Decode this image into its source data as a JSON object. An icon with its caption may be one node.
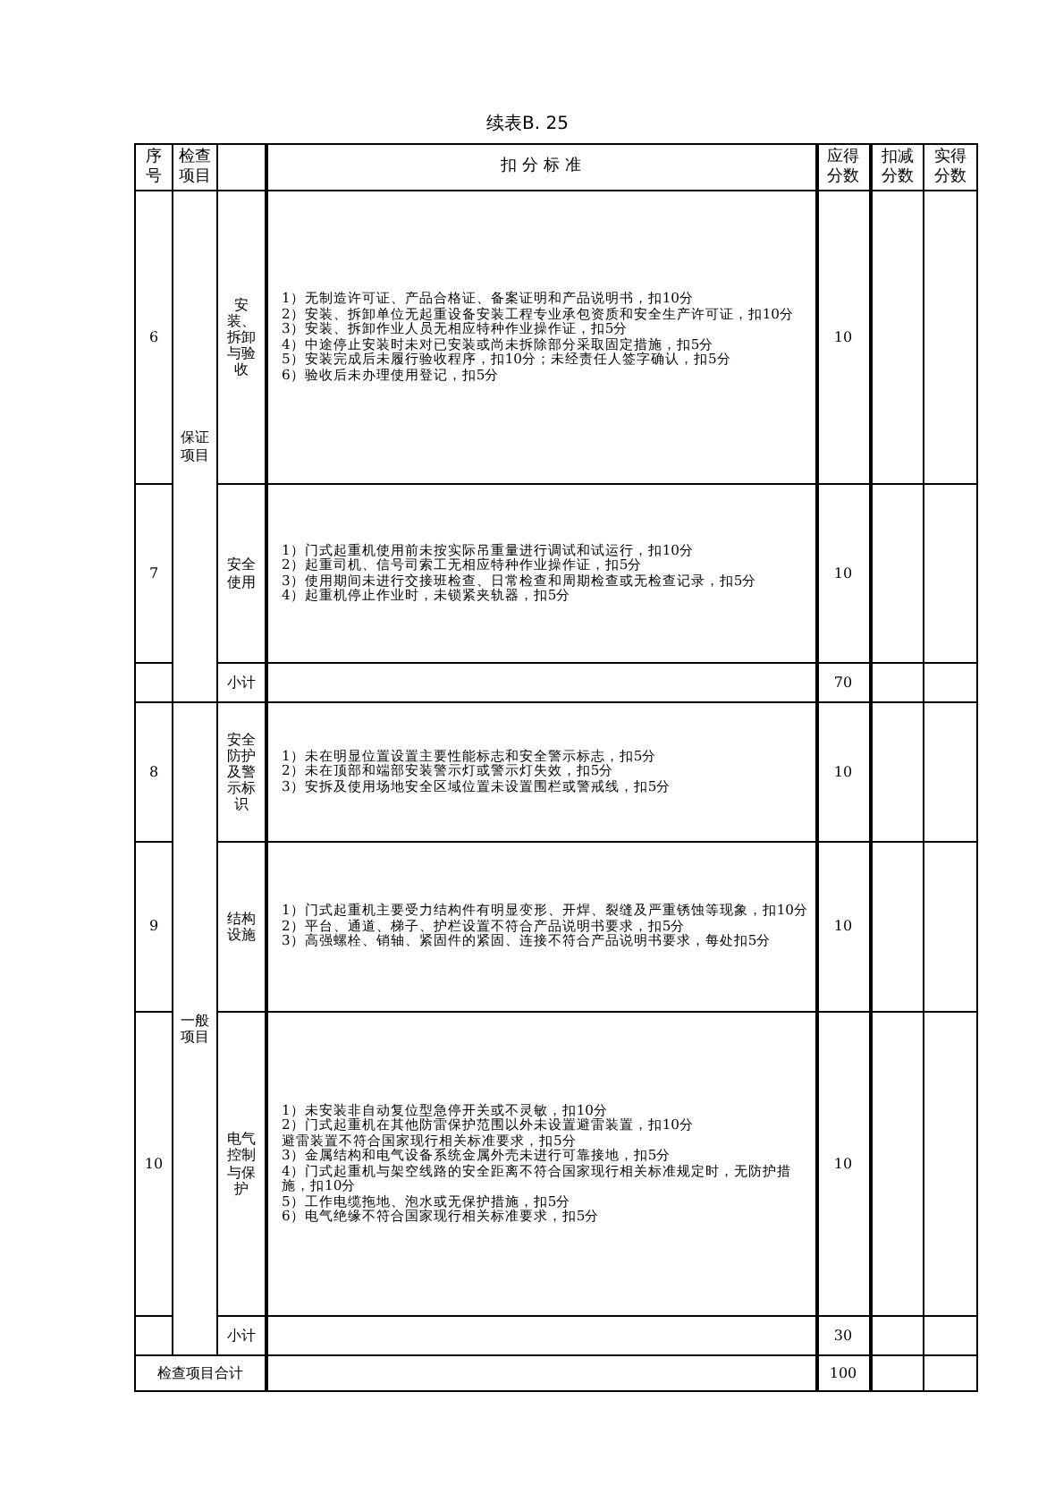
{
  "diagram": {
    "title": "续表B. 25",
    "labels": [
      "序号",
      "检查项目",
      "扣 分 标 准",
      "应得分数",
      "扣减分数",
      "实得分数",
      "6",
      "保证项目",
      "安装、拆卸与验收",
      "1）无制造许可证、产品合格证、备案证明和产品说明书，扣10分",
      "2）安装、拆卸单位无起重设备安装工程专业承包资质和安全生产许可证，扣10分",
      "3）安装、拆卸作业人员无相应特种作业操作证，扣5分",
      "4）中途停止安装时未对已安装或尚未拆除部分采取固定措施，扣5分",
      "5）安装完成后未履行验收程序，扣10分；未经责任人签字确认，扣5分",
      "6）验收后未办理使用登记，扣5分",
      "10",
      "7",
      "安全使用",
      "1）门式起重机使用前未按实际吊重量进行调试和试运行，扣10分",
      "2）起重司机、信号司索工无相应特种作业操作证，扣5分",
      "3）使用期间未进行交接班检查、日常检查和周期检查或无检查记录，扣5分",
      "4）起重机停止作业时，未锁紧夹轨器，扣5分",
      "10",
      "小计",
      "70",
      "8",
      "一般项目",
      "安全防护及警示标识",
      "1）未在明显位置设置主要性能标志和安全警示标志，扣5分",
      "2）未在顶部和端部安装警示灯或警示灯失效，扣5分",
      "3）安拆及使用场地安全区域位置未设置围栏或警戒线，扣5分",
      "10",
      "9",
      "结构设施",
      "1）门式起重机主要受力结构件有明显变形、开焊、裂缝及严重锈蚀等现象，扣10分",
      "2）平台、通道、梯子、护栏设置不符合产品说明书要求，扣5分",
      "3）高强螺栓、销轴、紧固件的紧固、连接不符合产品说明书要求，每处扣5分",
      "10",
      "10",
      "电气控制与保护",
      "1）未安装非自动复位型急停开关或不灵敏，扣10分",
      "2）门式起重机在其他防雷保护范围以外未设置避雷装置，扣10分",
      "避雷装置不符合国家现行相关标准要求，扣5分",
      "3）金属结构和电气设备系统金属外壳未进行可靠接地，扣5分",
      "4）门式起重机与架空线路的安全距离不符合国家现行相关标准规定时，无防护措施，扣10分",
      "5）工作电缆拖地、泡水或无保护措施，扣5分",
      "6）电气绝缘不符合国家现行相关标准要求，扣5分",
      "10",
      "小计",
      "30",
      "检查项目合计",
      "100"
    ]
  }
}
